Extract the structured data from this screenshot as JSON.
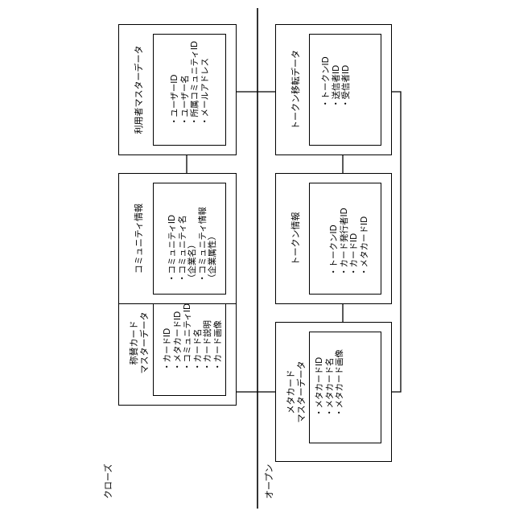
{
  "zones": {
    "closed_label": "クローズ",
    "open_label": "オープン"
  },
  "entities": {
    "user_master": {
      "title": "利用者マスターデータ",
      "fields": [
        "・ユーザーID",
        "・ユーザー名",
        "・所属コミュニティID",
        "・メールアドレス"
      ]
    },
    "community_info": {
      "title": "コミュニティ情報",
      "fields": [
        "・コミュニティID",
        "・コミュニティ名\n（企業名）",
        "・コミュニティ情報\n（企業属性）"
      ]
    },
    "card_master": {
      "title": "称賛カード\nマスターデータ",
      "fields": [
        "・カードID",
        "・メタカードID",
        "・コミュニティID",
        "・カード名",
        "・カード説明",
        "・カード画像"
      ]
    },
    "token_transfer": {
      "title": "トークン移転データ",
      "fields": [
        "・トークンID",
        "・送信者ID",
        "・受信者ID"
      ]
    },
    "token_info": {
      "title": "トークン情報",
      "fields": [
        "・トークンID",
        "・カード発行者ID",
        "・カードID",
        "・メタカードID"
      ]
    },
    "metacard_master": {
      "title": "メタカード\nマスターデータ",
      "fields": [
        "・メタカードID",
        "・メタカード名",
        "・メタカード画像"
      ]
    }
  }
}
